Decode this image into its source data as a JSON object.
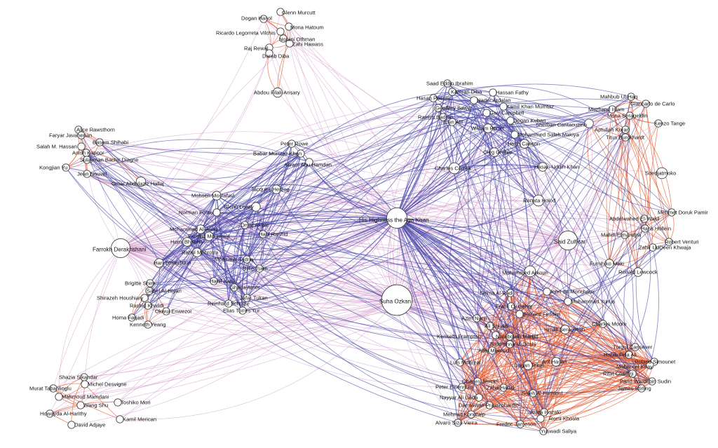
{
  "colors": {
    "background": "#ffffff",
    "node_fill": "#ffffff",
    "node_stroke": "#444444",
    "label": "#111111",
    "edge_orange": "#e2623a",
    "edge_blue": "#4848a8",
    "edge_pink": "#cf8fc6"
  },
  "chart_data": {
    "type": "network",
    "clusters": [
      {
        "id": "top",
        "edge_color": "orange",
        "nodes": [
          {
            "id": "glenn-murcutt",
            "label": "Glenn Murcutt",
            "size": 1
          },
          {
            "id": "dogan-hasol",
            "label": "Dogan Hasol",
            "size": 1
          },
          {
            "id": "mona-hatoum",
            "label": "Mona Hatoum",
            "size": 1
          },
          {
            "id": "ricardo-legorreta",
            "label": "Ricardo Legorreta Vilchis",
            "size": 1
          },
          {
            "id": "norani-othman",
            "label": "Norani Othman",
            "size": 1
          },
          {
            "id": "zahi-hawass",
            "label": "Zahi Hawass",
            "size": 1
          },
          {
            "id": "raj-rewal",
            "label": "Raj Rewal",
            "size": 1
          },
          {
            "id": "darab-diba",
            "label": "Darab Diba",
            "size": 1
          },
          {
            "id": "abdou-filali-ansary",
            "label": "Abdou Filali-Ansary",
            "size": 1.3
          }
        ]
      },
      {
        "id": "left-upper",
        "edge_color": "orange",
        "nodes": [
          {
            "id": "alice-rawsthorn",
            "label": "Alice Rawsthorn",
            "size": 1
          },
          {
            "id": "faryar-javaherian",
            "label": "Faryar Javaherian",
            "size": 1
          },
          {
            "id": "salah-m-hassan",
            "label": "Salah M. Hassan",
            "size": 1
          },
          {
            "id": "basem-shihabi",
            "label": "Basem Shihabi",
            "size": 1
          },
          {
            "id": "anish-kapoor",
            "label": "Anish Kapoor",
            "size": 1
          },
          {
            "id": "sulayman-bachir-diagne",
            "label": "Sulayman Bachir Diagne",
            "size": 1
          },
          {
            "id": "kongjian-yu",
            "label": "Kongjian Yu",
            "size": 1
          },
          {
            "id": "jean-nouvel",
            "label": "Jean Nouvel",
            "size": 1
          },
          {
            "id": "omar-abdulaziz-hallaj",
            "label": "Omar Abdulaziz Hallaj",
            "size": 1.3
          }
        ]
      },
      {
        "id": "center",
        "edge_color": "blue",
        "nodes": [
          {
            "id": "peter-rowe",
            "label": "Peter Rowe",
            "size": 1
          },
          {
            "id": "babar-mumtaz-khan",
            "label": "Babar Mumtaz Khan",
            "size": 1
          },
          {
            "id": "akram-abu-hamdan",
            "label": "Akram Abu Hamdan",
            "size": 1
          },
          {
            "id": "jacques-herzog",
            "label": "Jacques Herzog",
            "size": 1.2
          },
          {
            "id": "mohsen-mostafavi",
            "label": "Mohsen Mostafavi",
            "size": 1.2
          },
          {
            "id": "glenn-lowry",
            "label": "Glenn Lowry",
            "size": 1.2
          },
          {
            "id": "norman-foster",
            "label": "Norman Foster",
            "size": 1
          },
          {
            "id": "omar-akbar",
            "label": "Omar Akbar",
            "size": 1
          },
          {
            "id": "hani-rashid",
            "label": "Hani Rashid",
            "size": 1
          },
          {
            "id": "mohammad-al-asad",
            "label": "Mohammad Al-Asad",
            "size": 1.2
          },
          {
            "id": "farshid-moussavi",
            "label": "Farshid Moussavi",
            "size": 1.2
          },
          {
            "id": "homi-bhabha",
            "label": "Homi Bhabha",
            "size": 1.2
          },
          {
            "id": "rahul-mehrotra",
            "label": "Rahul Mehrotra",
            "size": 1.2
          },
          {
            "id": "han-tumertekin",
            "label": "Han Tumertekin",
            "size": 1.2
          },
          {
            "id": "modjtaba-sadria",
            "label": "Modjtaba Sadria",
            "size": 1
          },
          {
            "id": "billie-tsien",
            "label": "Billie Tsien",
            "size": 1
          },
          {
            "id": "hanif-kara",
            "label": "Hanif Kara",
            "size": 1
          },
          {
            "id": "ghada-amer",
            "label": "Ghada Amer",
            "size": 1
          },
          {
            "id": "jafar-tukan",
            "label": "Jafar Tukan",
            "size": 1
          },
          {
            "id": "reinhard-schulze",
            "label": "Reinhard Schulze",
            "size": 1
          },
          {
            "id": "elias-torres-tur",
            "label": "Elias Torres Tur",
            "size": 1
          }
        ]
      },
      {
        "id": "hubs",
        "edge_color": "pink",
        "nodes": [
          {
            "id": "farrokh-derakhshani",
            "label": "Farrokh Derakhshani",
            "size": 2.6
          },
          {
            "id": "aga-khan",
            "label": "His Highness the Aga Khan",
            "size": 2.8
          },
          {
            "id": "suha-ozkan",
            "label": "Suha Ozkan",
            "size": 4.2
          },
          {
            "id": "said-zulficar",
            "label": "Said Zulficar",
            "size": 2.6
          },
          {
            "id": "soedjatmoko",
            "label": "Soedjatmoko",
            "size": 1.5
          }
        ]
      },
      {
        "id": "left-middle",
        "edge_color": "orange",
        "nodes": [
          {
            "id": "brigitte-shim",
            "label": "Brigitte Shim",
            "size": 1
          },
          {
            "id": "sahel-al-hiyari",
            "label": "Sahel Al-Hiyari",
            "size": 1
          },
          {
            "id": "shirazeh-houshiary",
            "label": "Shirazeh Houshiary",
            "size": 1
          },
          {
            "id": "rashid-khalidi",
            "label": "Rashid Khalidi",
            "size": 1
          },
          {
            "id": "okwui-enwezor",
            "label": "Okwui Enwezor",
            "size": 1
          },
          {
            "id": "homa-farjadi",
            "label": "Homa Farjadi",
            "size": 1
          },
          {
            "id": "kenneth-yeang",
            "label": "Kenneth Yeang",
            "size": 1
          }
        ]
      },
      {
        "id": "left-lower",
        "edge_color": "orange",
        "nodes": [
          {
            "id": "shazia-sikandar",
            "label": "Shazia Sikandar",
            "size": 1
          },
          {
            "id": "michel-desvigne",
            "label": "Michel Desvigne",
            "size": 1
          },
          {
            "id": "murat-tabanlioglu",
            "label": "Murat Tabanlioglu",
            "size": 1
          },
          {
            "id": "mahmoud-mamdani",
            "label": "Mahmoud Mamdani",
            "size": 1
          },
          {
            "id": "wang-shu",
            "label": "Wang Shu",
            "size": 1
          },
          {
            "id": "toshiko-mori",
            "label": "Toshiko Mori",
            "size": 1
          },
          {
            "id": "howayda-al-harithy",
            "label": "Howayda Al-Harithy",
            "size": 1
          },
          {
            "id": "kamil-merican",
            "label": "Kamil Merican",
            "size": 1
          },
          {
            "id": "david-adjaye",
            "label": "David Adjaye",
            "size": 1
          }
        ]
      },
      {
        "id": "right-upper",
        "edge_color": "blue",
        "nodes": [
          {
            "id": "saad-eddin-ibrahim",
            "label": "Saad Eddin Ibrahim",
            "size": 1
          },
          {
            "id": "kamran-diba",
            "label": "Kamran Diba",
            "size": 1
          },
          {
            "id": "hassan-fathy",
            "label": "Hassan Fathy",
            "size": 1
          },
          {
            "id": "hasan-poeroe",
            "label": "Hasan Poeroe",
            "size": 1
          },
          {
            "id": "nader-ardalan",
            "label": "Nader Ardalan",
            "size": 1
          },
          {
            "id": "geoffrey-bawa",
            "label": "Geoffrey Bawa",
            "size": 1
          },
          {
            "id": "kamil-khan-mumtaz",
            "label": "Kamil Khan Mumtaz",
            "size": 1
          },
          {
            "id": "rasem-badran",
            "label": "Rasem Badran",
            "size": 1
          },
          {
            "id": "garr-campbell",
            "label": "Garr Campbell",
            "size": 1
          },
          {
            "id": "esin-atil",
            "label": "Esin Atil",
            "size": 1
          },
          {
            "id": "dogan-kuban",
            "label": "Dogan Kuban",
            "size": 1
          },
          {
            "id": "william-porter",
            "label": "William Porter",
            "size": 1.2
          },
          {
            "id": "mohammed-saleh-makiya",
            "label": "Mohammed Saleh Makiya",
            "size": 1
          },
          {
            "id": "hugh-casson",
            "label": "Hugh Casson",
            "size": 1.2
          },
          {
            "id": "oleg-grabar",
            "label": "Oleg Grabar",
            "size": 1.2
          },
          {
            "id": "charles-correa",
            "label": "Charles Correa",
            "size": 1.5
          },
          {
            "id": "hasan-uddin-khan",
            "label": "Hasan-Uddin Khan",
            "size": 1.2
          },
          {
            "id": "renata-holod",
            "label": "Renata Holod",
            "size": 1.5
          }
        ]
      },
      {
        "id": "right-far",
        "edge_color": "orange",
        "nodes": [
          {
            "id": "mahbub-ul-haq",
            "label": "Mahbub Ul-Haq",
            "size": 1
          },
          {
            "id": "giancarlo-de-carlo",
            "label": "Giancarlo de Carlo",
            "size": 1
          },
          {
            "id": "muzharul-islam",
            "label": "Muzharul Islam",
            "size": 1
          },
          {
            "id": "ismail-serageldin-top",
            "label": "Mona Serageldin",
            "size": 1
          },
          {
            "id": "sherban-cantacuzino",
            "label": "Sherban Cantacuzino",
            "size": 1.2
          },
          {
            "id": "kenzo-tange",
            "label": "Kenzo Tange",
            "size": 1
          },
          {
            "id": "aptullah-kuran",
            "label": "Aptullah Kuran",
            "size": 1
          },
          {
            "id": "titus-burckhardt",
            "label": "Titus Burckhardt",
            "size": 1
          },
          {
            "id": "mehmet-doruk-pamir",
            "label": "Mehmet Doruk Pamir",
            "size": 1
          },
          {
            "id": "abdelwahed-el-wakil",
            "label": "Abdelwahed El-Wakil",
            "size": 1
          },
          {
            "id": "hans-hollein",
            "label": "Hans Hollein",
            "size": 1
          },
          {
            "id": "mahdi-elmandjra",
            "label": "Mahdi Elmandjra",
            "size": 1
          },
          {
            "id": "robert-venturi",
            "label": "Robert Venturi",
            "size": 1
          },
          {
            "id": "zahir-uddeen-khwaja",
            "label": "Zahir UdDeen Khwaja",
            "size": 1
          },
          {
            "id": "fumihiko-maki",
            "label": "Fumihiko Maki",
            "size": 1.2
          },
          {
            "id": "ronald-lewcock",
            "label": "Ronald Lewcock",
            "size": 1.2
          }
        ]
      },
      {
        "id": "right-lower",
        "edge_color": "orange",
        "nodes": [
          {
            "id": "mohammed-arkoun",
            "label": "Mohammed Arkoun",
            "size": 1.5
          },
          {
            "id": "selma-al-radi",
            "label": "Selma Al-Radi",
            "size": 1
          },
          {
            "id": "john-de-monchaux",
            "label": "John de Monchaux",
            "size": 1
          },
          {
            "id": "frank-o-gehry",
            "label": "Frank O. Gehry",
            "size": 1
          },
          {
            "id": "muhammad-yunus",
            "label": "Muhammad Yunus",
            "size": 1
          },
          {
            "id": "bernard-feilden",
            "label": "Bernard Feilden",
            "size": 1
          },
          {
            "id": "azim-nanji",
            "label": "Azim Nanji",
            "size": 1
          },
          {
            "id": "ali-shuaibi",
            "label": "Ali Shuaibi",
            "size": 1
          },
          {
            "id": "ismail-serageldin",
            "label": "Ismail Serageldin",
            "size": 1.2
          },
          {
            "id": "charles-moore",
            "label": "Charles Moore",
            "size": 1
          },
          {
            "id": "kenneth-frampton",
            "label": "Kenneth Frampton",
            "size": 1
          },
          {
            "id": "nurebolish-madjid",
            "label": "Nurebolish Madjid",
            "size": 1
          },
          {
            "id": "balkrishna-v-doshi",
            "label": "Balkrishna V. Doshi",
            "size": 1
          },
          {
            "id": "adhi-moersid",
            "label": "Adhi Moersid",
            "size": 1
          },
          {
            "id": "turgut-cansever",
            "label": "Turgut Cansever",
            "size": 1
          },
          {
            "id": "habib-fida-ali",
            "label": "Habib Fida Ali",
            "size": 1
          },
          {
            "id": "roland-simounet",
            "label": "Roland Simounet",
            "size": 1
          },
          {
            "id": "luis-monreal",
            "label": "Luis Monreal",
            "size": 1
          },
          {
            "id": "arif-hasan",
            "label": "Arif Hasan",
            "size": 1.2
          },
          {
            "id": "mubeccel-kiray",
            "label": "Mubeccel Kiray",
            "size": 1
          },
          {
            "id": "dogan-tekeli",
            "label": "Dogan Tekeli",
            "size": 1.2
          },
          {
            "id": "rifat-chadirji",
            "label": "Rifat Chadirji",
            "size": 1
          },
          {
            "id": "parid-wardi-bin-sudin",
            "label": "Parid Wardi bin Sudin",
            "size": 1
          },
          {
            "id": "charles-jencks",
            "label": "Charles Jencks",
            "size": 1
          },
          {
            "id": "james-stirling",
            "label": "James Stirling",
            "size": 1
          },
          {
            "id": "peter-eisenman",
            "label": "Peter Eisenman",
            "size": 1
          },
          {
            "id": "zaha-hadid",
            "label": "Zaha Hadid",
            "size": 1
          },
          {
            "id": "saleh-al-hathloul",
            "label": "Saleh Al-Hathloul",
            "size": 1
          },
          {
            "id": "nayyar-ali-dada",
            "label": "Nayyar Ali Dada",
            "size": 1
          },
          {
            "id": "darmawan-prawirohardjo",
            "label": "Darmawan Prawirohardjo",
            "size": 1
          },
          {
            "id": "arata-isozaki",
            "label": "Arata Isozaki",
            "size": 1
          },
          {
            "id": "mehmet-konuralp",
            "label": "Mehmet Konuralp",
            "size": 1
          },
          {
            "id": "romi-khosla",
            "label": "Romi Khosla",
            "size": 1
          },
          {
            "id": "alvaro-siza-vieira",
            "label": "Alvaro Siza Vieira",
            "size": 1
          },
          {
            "id": "fredric-jameson",
            "label": "Fredric Jameson",
            "size": 1
          },
          {
            "id": "yuswadi-saliya",
            "label": "Yuswadi Saliya",
            "size": 1
          }
        ]
      }
    ]
  }
}
